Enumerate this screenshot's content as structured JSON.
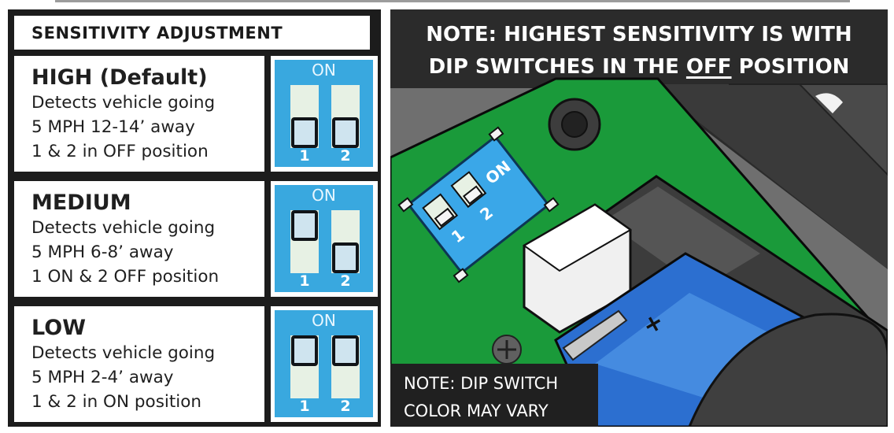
{
  "title": "SENSITIVITY ADJUSTMENT",
  "levels": [
    {
      "name": "HIGH (Default)",
      "line1": "Detects vehicle going",
      "line2": "5 MPH 12-14’ away",
      "line3": "1 & 2 in OFF position",
      "switch": {
        "on_label": "ON",
        "switch1": "OFF",
        "switch2": "OFF",
        "num1": "1",
        "num2": "2"
      }
    },
    {
      "name": "MEDIUM",
      "line1": "Detects vehicle going",
      "line2": "5 MPH 6-8’ away",
      "line3": "1 ON & 2 OFF position",
      "switch": {
        "on_label": "ON",
        "switch1": "ON",
        "switch2": "OFF",
        "num1": "1",
        "num2": "2"
      }
    },
    {
      "name": "LOW",
      "line1": "Detects vehicle going",
      "line2": "5 MPH 2-4’ away",
      "line3": "1 & 2 in ON position",
      "switch": {
        "on_label": "ON",
        "switch1": "ON",
        "switch2": "ON",
        "num1": "1",
        "num2": "2"
      }
    }
  ],
  "photo": {
    "note_top_line1": "NOTE: HIGHEST SENSITIVITY IS WITH",
    "note_top_line2_pre": "DIP SWITCHES IN THE ",
    "note_top_line2_emph": "OFF",
    "note_top_line2_post": " POSITION",
    "dip_on_label": "ON",
    "dip_num1": "1",
    "dip_num2": "2",
    "battery_sign": "+",
    "note_bottom_line1": "NOTE: DIP SWITCH",
    "note_bottom_line2": "COLOR MAY VARY"
  },
  "colors": {
    "switch_blue": "#39a8df",
    "pcb_green": "#1a9a3a",
    "battery_blue": "#2c6fd0",
    "panel_dark": "#1c1c1c"
  }
}
